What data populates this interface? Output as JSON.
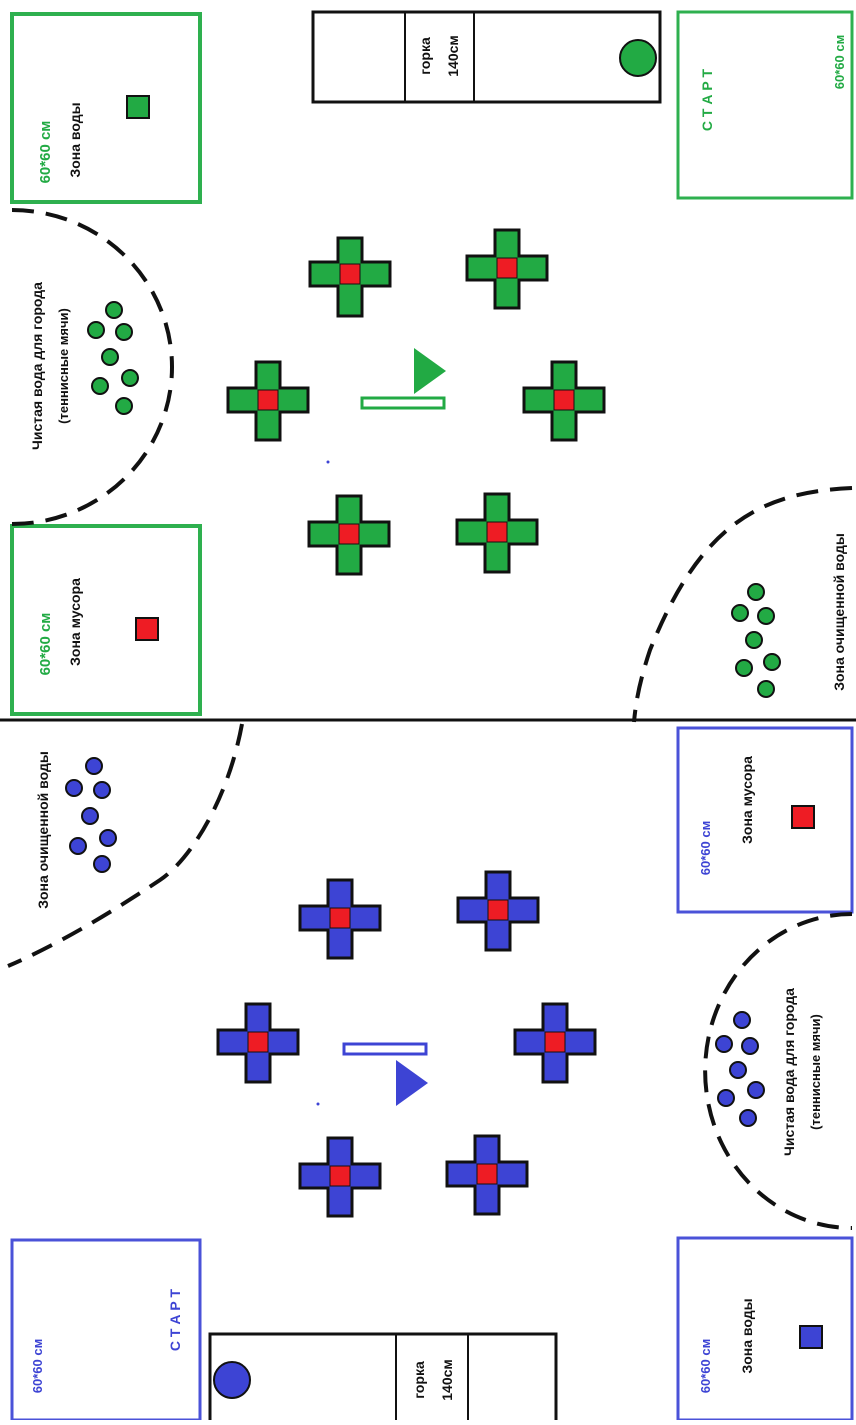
{
  "colors": {
    "green": "#22aa44",
    "green_zone": "#2eb04f",
    "blue": "#3d44d4",
    "blue_zone": "#4a52d8",
    "red": "#ee1c24",
    "line": "#111111"
  },
  "green_half": {
    "water_zone": {
      "size": "60*60 см",
      "label": "Зона воды"
    },
    "trash_zone": {
      "size": "60*60 см",
      "label": "Зона мусора"
    },
    "start_zone": {
      "size": "60*60 см",
      "label": "С Т А Р Т"
    },
    "slide": {
      "label": "горка",
      "height": "140см"
    },
    "clean_water": {
      "line1": "Чистая вода для города",
      "line2": "(теннисные мячи)"
    },
    "purified_water": {
      "label": "Зона очищенной воды"
    }
  },
  "blue_half": {
    "purified_water": {
      "label": "Зона очищенной воды"
    },
    "trash_zone": {
      "size": "60*60 см",
      "label": "Зона мусора"
    },
    "clean_water": {
      "line1": "Чистая вода для города",
      "line2": "(теннисные мячи)"
    },
    "start_zone": {
      "size": "60*60 см",
      "label": "С Т А Р Т"
    },
    "water_zone": {
      "size": "60*60 см",
      "label": "Зона воды"
    },
    "slide": {
      "label": "горка",
      "height": "140см"
    }
  }
}
